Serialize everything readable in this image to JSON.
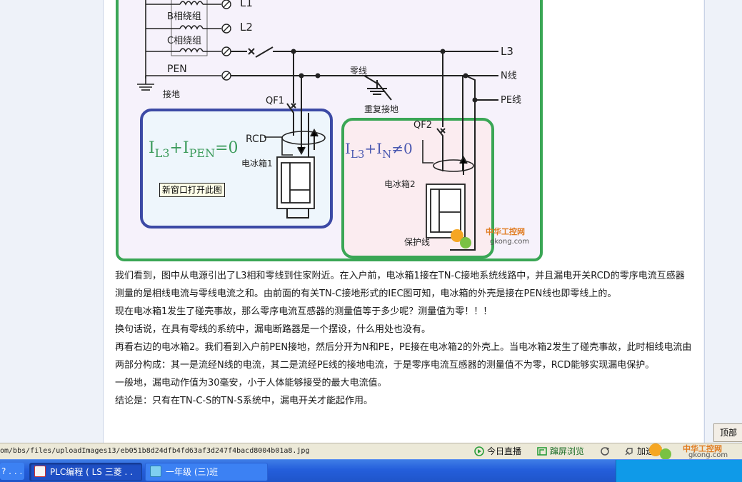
{
  "diagram": {
    "phase_labels": [
      "L1",
      "L2",
      "L3"
    ],
    "winding_labels": [
      "B相绕组",
      "C相绕组"
    ],
    "pen_label": "PEN",
    "ground_label": "接地",
    "neutral_label": "零线",
    "repeat_ground_label": "重复接地",
    "n_line_label": "N线",
    "pe_line_label": "PE线",
    "qf1_label": "QF1",
    "qf2_label": "QF2",
    "rcd_label": "RCD",
    "box1_label": "电冰箱1",
    "box2_label": "电冰箱2",
    "protect_label": "保护线",
    "formula1": {
      "i": "I",
      "sub1": "L3",
      "plus": "+I",
      "sub2": "PEN",
      "rest": "=0"
    },
    "formula2": {
      "i": "I",
      "sub1": "L3",
      "plus": "+I",
      "sub2": "N",
      "rest": "≠0"
    },
    "colors": {
      "frame": "#3aa655",
      "box1": "#3c4aa5",
      "box2": "#3aa655",
      "formula": "#3a9a5a",
      "formula2": "#4a58b0",
      "box1_fill": "#eef6fc",
      "box2_fill": "#fbecf0"
    }
  },
  "popup_label": "新窗口打开此图",
  "watermark": {
    "title": "中华工控网",
    "domain": "gkong.com"
  },
  "article": {
    "lines": [
      "我们看到，图中从电源引出了L3相和零线到住家附近。在入户前，电冰箱1接在TN-C接地系统线路中，并且漏电开关RCD的零序电流互感器测量的是相线电流与零线电流之和。由前面的有关TN-C接地形式的IEC图可知，电冰箱的外壳是接在PEN线也即零线上的。",
      "现在电冰箱1发生了碰壳事故，那么零序电流互感器的测量值等于多少呢？测量值为零！！！",
      "换句话说，在具有零线的系统中，漏电断路器是一个摆设，什么用处也没有。",
      "再看右边的电冰箱2。我们看到入户前PEN接地，然后分开为N和PE，PE接在电冰箱2的外壳上。当电冰箱2发生了碰壳事故，此时相线电流由两部分构成：其一是流经N线的电流，其二是流经PE线的接地电流，于是零序电流互感器的测量值不为零，RCD能够实现漏电保护。",
      "一般地，漏电动作值为30毫安，小于人体能够接受的最大电流值。",
      "结论是：只有在TN-C-S的TN-S系统中，漏电开关才能起作用。"
    ]
  },
  "top_button": "顶部",
  "statusbar": {
    "url": "om/bbs/files/uploadImages13/eb051b8d24dfb4fd63af3d247f4bacd8004b01a8.jpg",
    "items": [
      "今日直播",
      "蹿屏浏览",
      "加速器"
    ]
  },
  "taskbar": {
    "tasks": [
      "? . . .",
      "PLC编程 ( LS  三菱 . .",
      "一年级 (三)班"
    ]
  }
}
